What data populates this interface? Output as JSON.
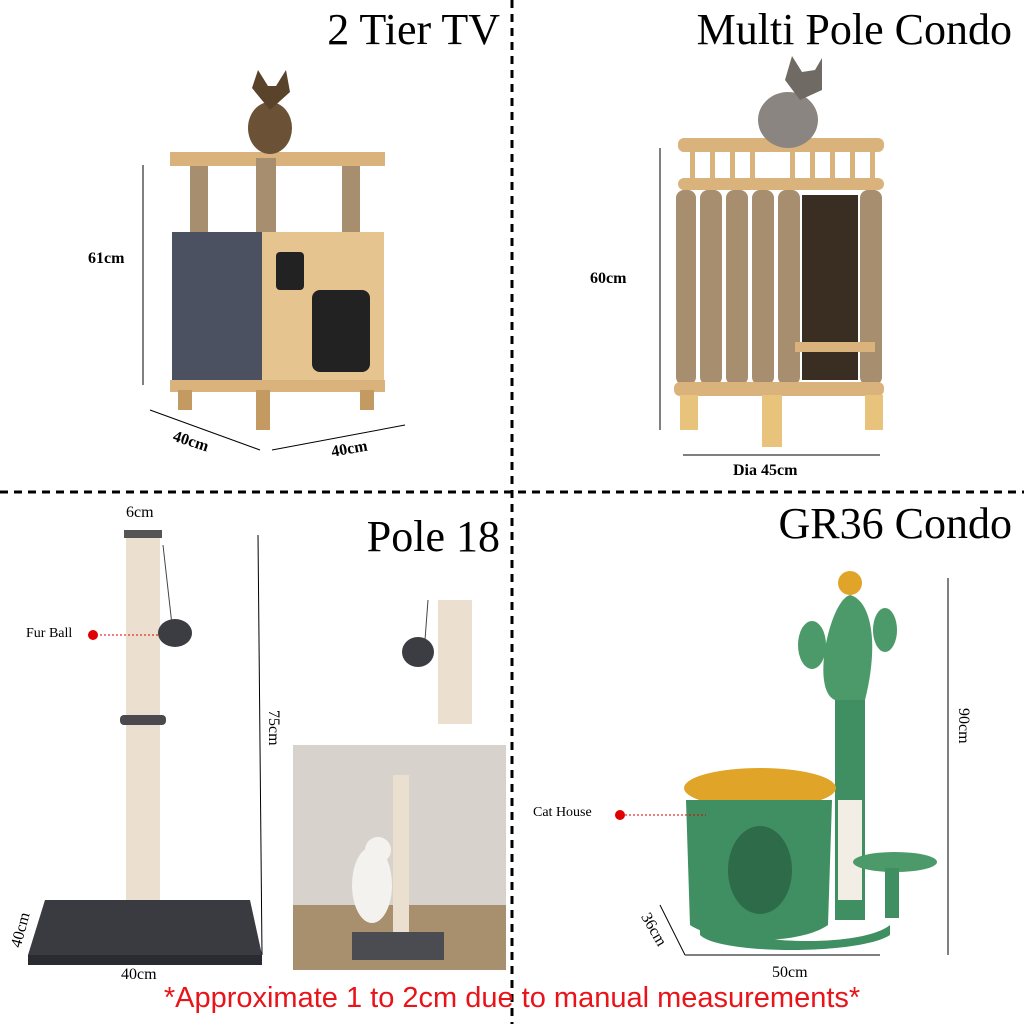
{
  "products": [
    {
      "title": "2 Tier TV",
      "height": "61cm",
      "depth": "40cm",
      "width": "40cm"
    },
    {
      "title": "Multi Pole Condo",
      "height": "60cm",
      "diameter": "Dia 45cm"
    },
    {
      "title": "Pole 18",
      "pole_width": "6cm",
      "callout": "Fur Ball",
      "height": "75cm",
      "depth": "40cm",
      "width": "40cm"
    },
    {
      "title": "GR36 Condo",
      "height": "90cm",
      "callout": "Cat House",
      "depth": "36cm",
      "width": "50cm"
    }
  ],
  "footer": "*Approximate 1 to 2cm due to manual measurements*",
  "colors": {
    "divider": "#000000",
    "footer": "#e8141a",
    "callout_dot": "#e00000",
    "wood": "#d9b27c",
    "sisal": "#a68e6e",
    "green": "#3f8f62",
    "mustard": "#e0a528"
  }
}
